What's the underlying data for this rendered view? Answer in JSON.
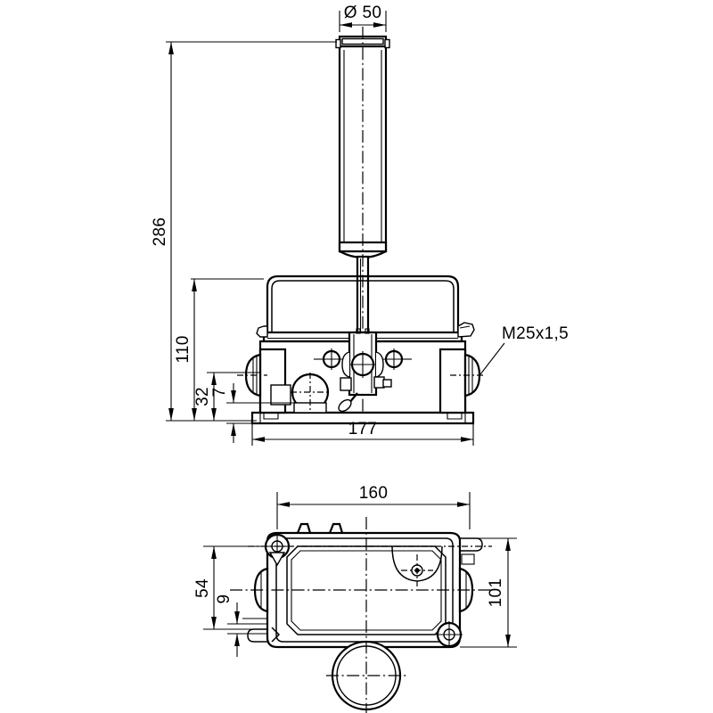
{
  "drawing": {
    "title": "Limit switch / actuator technical drawing",
    "views": [
      {
        "name": "front-elevation-view",
        "label": ""
      },
      {
        "name": "bottom-plan-view",
        "label": ""
      }
    ],
    "dimensions": {
      "diameter_top": "Ø 50",
      "total_height": "286",
      "housing_height": "110",
      "lower_offset": "32",
      "base_thickness": "7",
      "overall_width": "177",
      "plan_width": "160",
      "plan_height": "101",
      "plan_offset_54": "54",
      "plan_offset_9": "9"
    },
    "annotations": {
      "thread_callout": "M25x1,5"
    },
    "colors": {
      "line": "#000000",
      "background": "#ffffff"
    }
  }
}
